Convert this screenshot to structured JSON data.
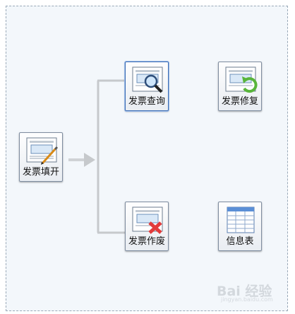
{
  "tiles": {
    "fill": {
      "label": "发票填开"
    },
    "query": {
      "label": "发票查询"
    },
    "repair": {
      "label": "发票修复"
    },
    "void": {
      "label": "发票作废"
    },
    "info": {
      "label": "信息表"
    }
  },
  "colors": {
    "connector": "#c6c9cc",
    "panel_bg": "#f3f7fb",
    "active_border": "#3f6fb5",
    "void_x": "#e23b3b",
    "repair_arrow": "#58b53a"
  },
  "icons": {
    "fill": "invoice-pen-icon",
    "query": "invoice-magnifier-icon",
    "repair": "invoice-refresh-icon",
    "void": "invoice-delete-icon",
    "info": "table-icon"
  },
  "watermark": {
    "logo": "Bai 经验",
    "sub": "jingyan.baidu.com"
  }
}
